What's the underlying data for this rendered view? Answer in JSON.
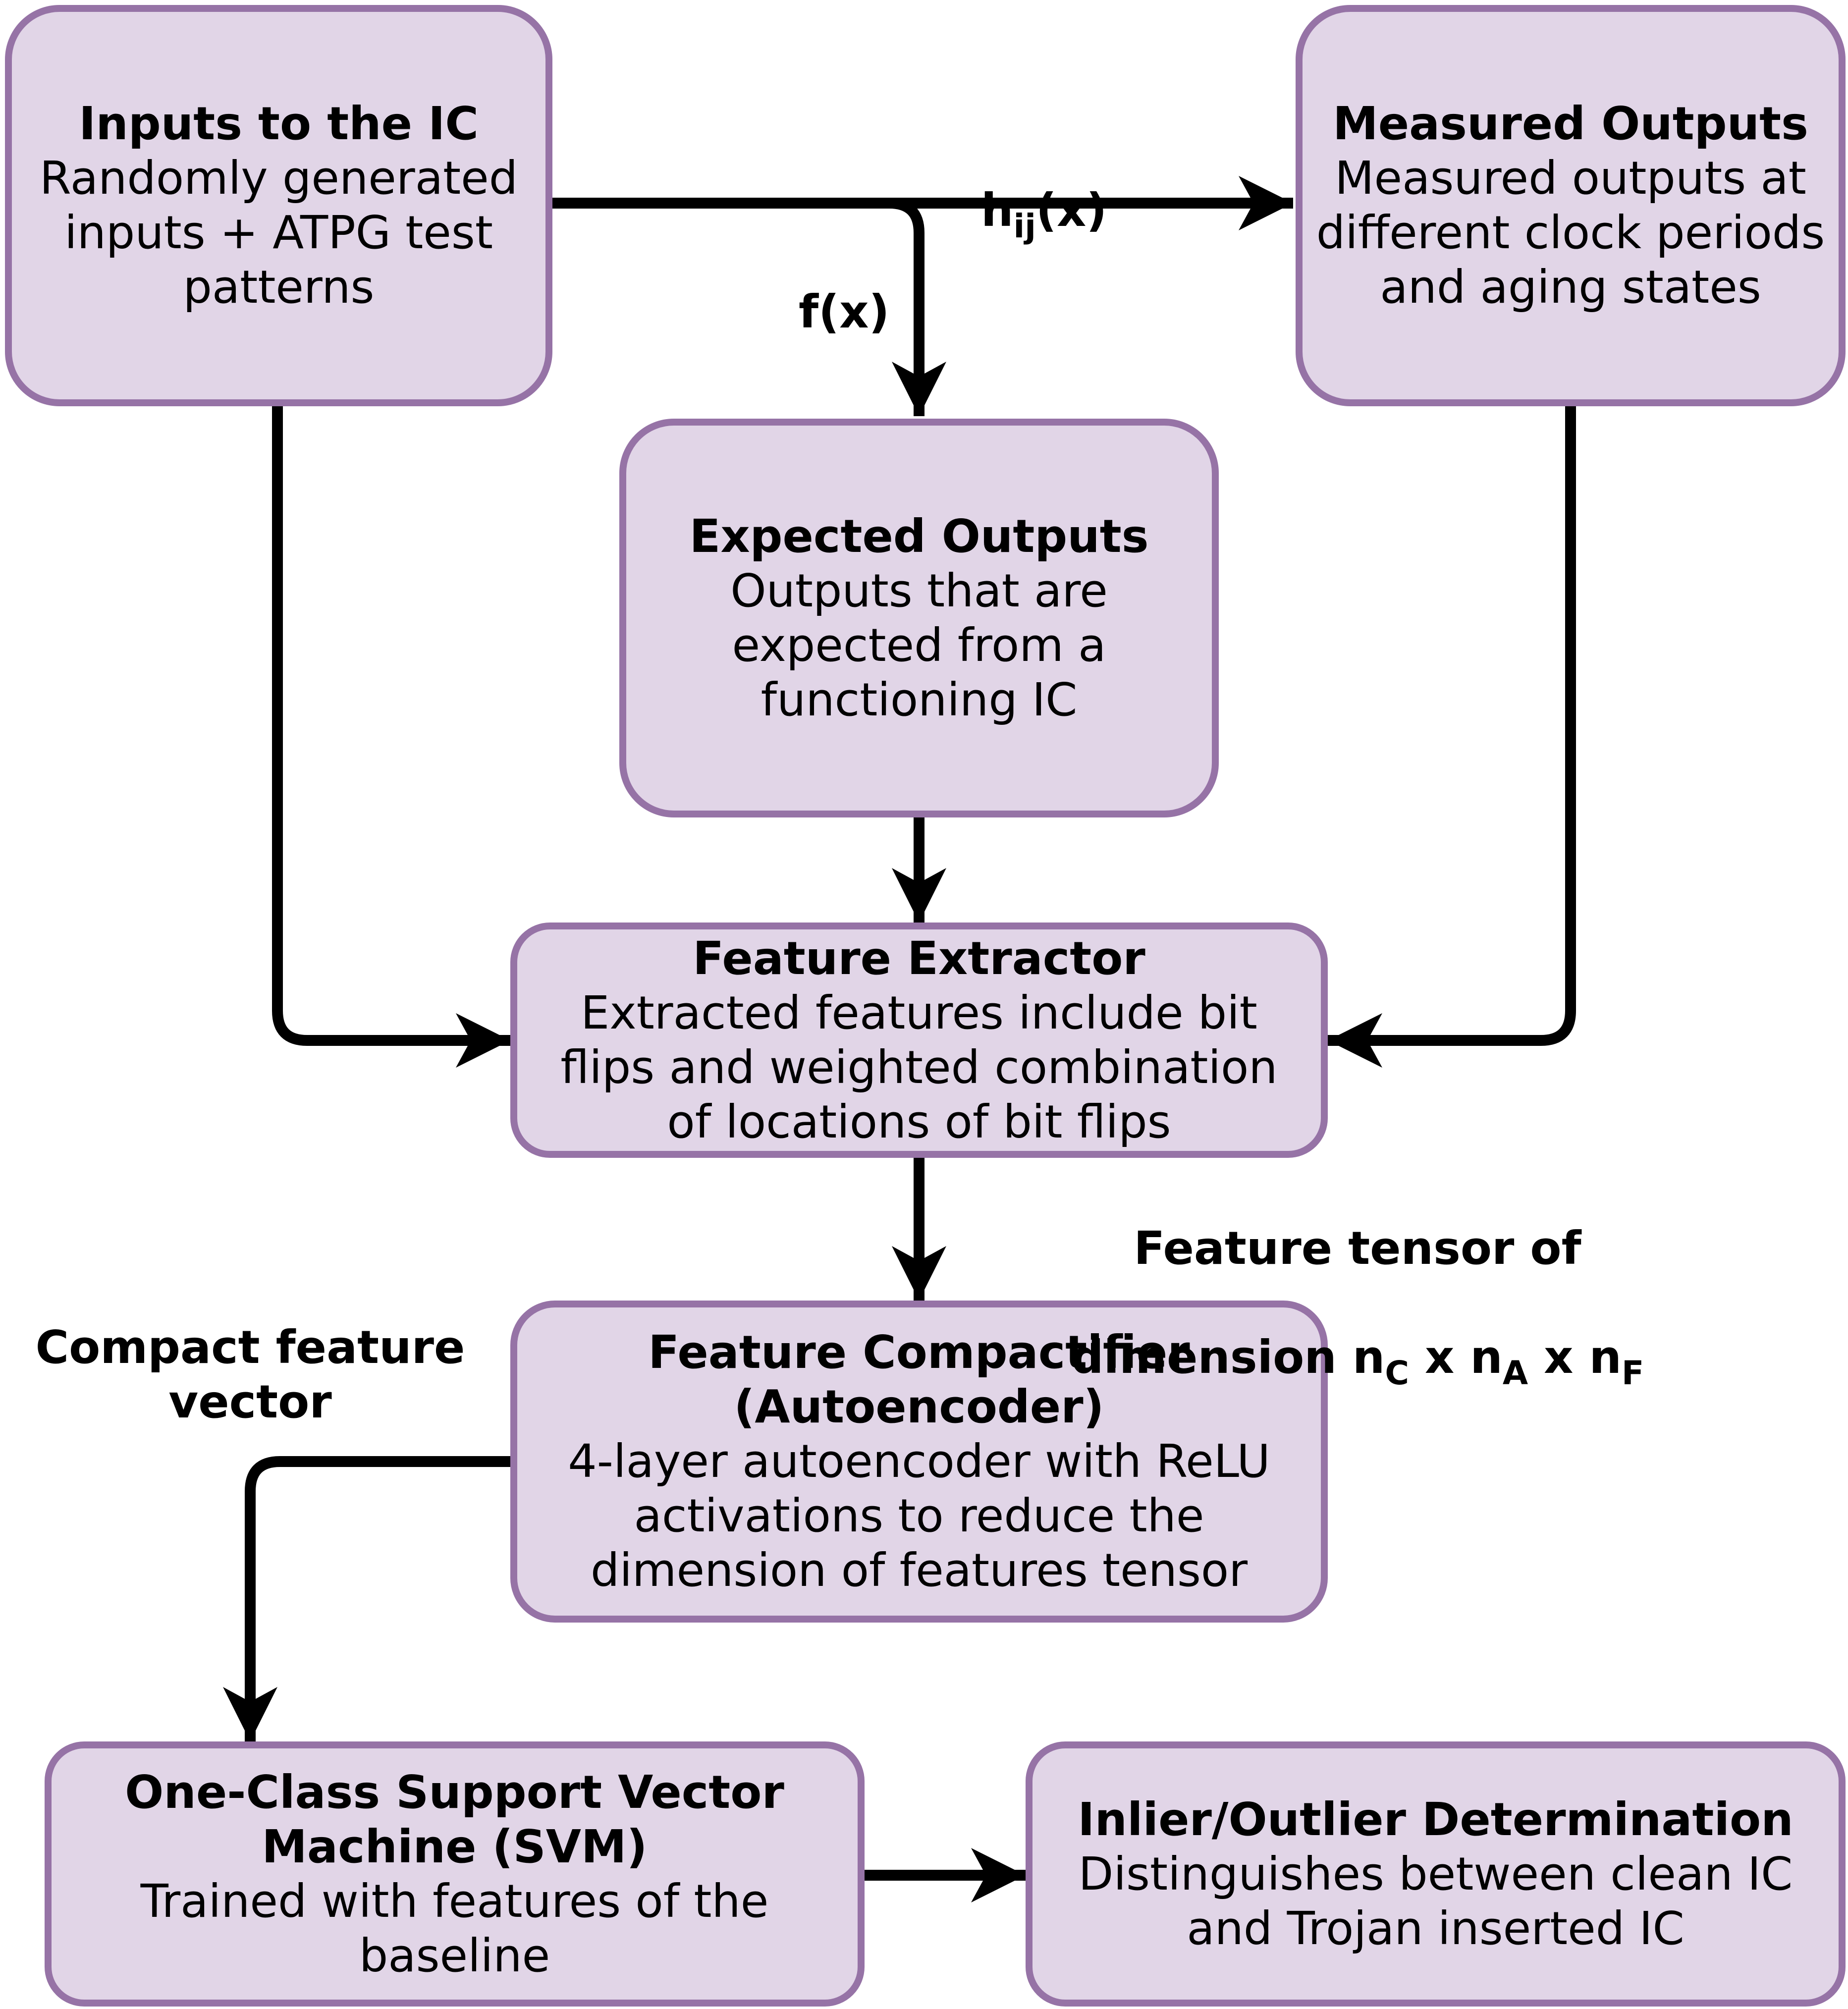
{
  "boxes": {
    "inputs": {
      "title": "Inputs to the IC",
      "body": "Randomly generated\ninputs + ATPG test\npatterns"
    },
    "measured": {
      "title": "Measured Outputs",
      "body": "Measured outputs at\ndifferent clock periods\nand aging states"
    },
    "expected": {
      "title": "Expected Outputs",
      "body": "Outputs that are\nexpected from a\nfunctioning IC"
    },
    "extractor": {
      "title": "Feature Extractor",
      "body": "Extracted features include bit\nflips and weighted combination\nof locations of bit flips"
    },
    "compactifier": {
      "title": "Feature Compactifier\n(Autoencoder)",
      "body": "4-layer autoencoder with ReLU\nactivations to reduce the\ndimension of features tensor"
    },
    "svm": {
      "title": "One-Class Support Vector\nMachine (SVM)",
      "body": "Trained with features of the\nbaseline"
    },
    "determination": {
      "title": "Inlier/Outlier Determination",
      "body": "Distinguishes between clean IC\nand Trojan inserted IC"
    }
  },
  "edge_labels": {
    "hij": {
      "base": "h",
      "sub": "ij",
      "rest": "(x)"
    },
    "fx": "f(x)",
    "tensor": {
      "line1": "Feature tensor of",
      "prefix": "dimension n",
      "sub1": "C",
      "mid1": " x n",
      "sub2": "A",
      "mid2": " x n",
      "sub3": "F"
    },
    "compact": "Compact feature\nvector"
  },
  "colors": {
    "box_fill": "#e1d5e7",
    "box_border": "#9673a6",
    "arrow": "#000000"
  }
}
